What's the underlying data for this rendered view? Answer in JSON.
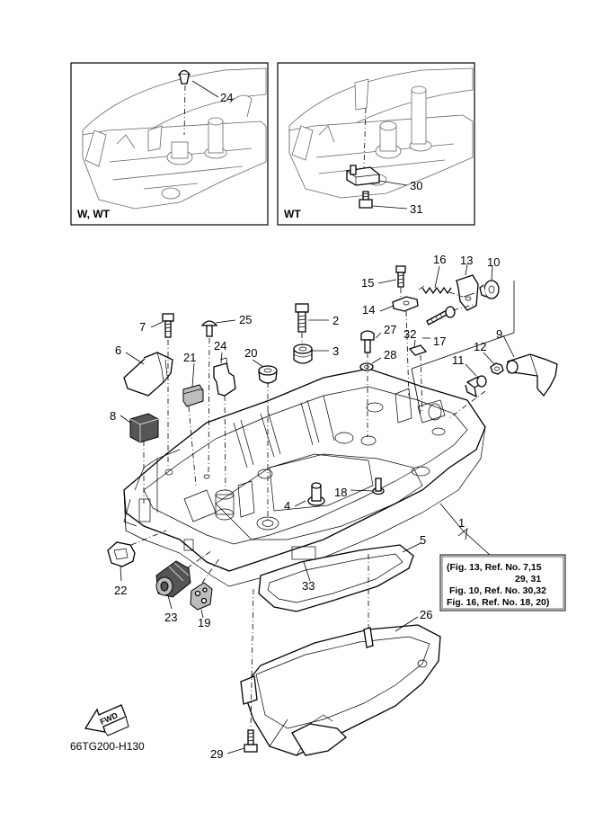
{
  "insets": [
    {
      "label": "W, WT",
      "callouts": [
        "24"
      ]
    },
    {
      "label": "WT",
      "callouts": [
        "30",
        "31"
      ]
    }
  ],
  "callouts": [
    "1",
    "2",
    "3",
    "4",
    "5",
    "6",
    "7",
    "8",
    "9",
    "10",
    "11",
    "12",
    "13",
    "14",
    "15",
    "16",
    "17",
    "18",
    "19",
    "20",
    "21",
    "22",
    "23",
    "24",
    "25",
    "26",
    "27",
    "28",
    "29",
    "32",
    "33"
  ],
  "note": {
    "lines": [
      "(Fig. 13, Ref. No. 7,15",
      "29, 31",
      "Fig. 10, Ref. No. 30,32",
      "Fig. 16, Ref. No. 18, 20)"
    ]
  },
  "fwd_label": "FWD",
  "drawing_code": "66TG200-H130"
}
